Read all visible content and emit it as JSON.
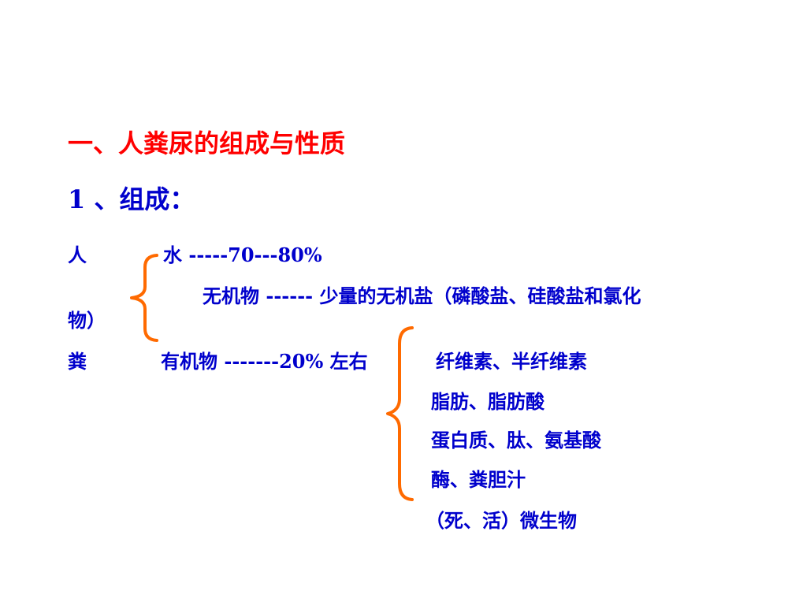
{
  "slide": {
    "title": "一、人粪尿的组成与性质",
    "subtitle": "1 、组成：",
    "left_column": {
      "label_top": "人",
      "label_wrap": "物）",
      "label_bottom": "粪"
    },
    "first_group": {
      "water": "水 -----70---80%",
      "inorganic": "无机物 ------ 少量的无机盐（磷酸盐、硅酸盐和氯化",
      "organic": "有机物 -------20% 左右"
    },
    "organic_components": [
      "纤维素、半纤维素",
      "脂肪、脂肪酸",
      "蛋白质、肽、氨基酸",
      "酶、粪胆汁",
      "（死、活）微生物"
    ],
    "colors": {
      "title": "#ff0000",
      "body": "#0000cc",
      "brace": "#ff6a00"
    }
  }
}
